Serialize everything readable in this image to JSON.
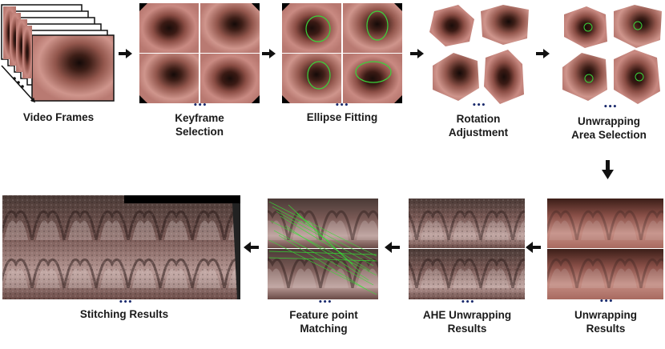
{
  "steps": {
    "video_frames": "Video Frames",
    "keyframe": "Keyframe\nSelection",
    "ellipse": "Ellipse Fitting",
    "rotation": "Rotation\nAdjustment",
    "unwrap_area": "Unwrapping\nArea Selection",
    "unwrap_results": "Unwrapping\nResults",
    "ahe": "AHE Unwrapping\nResults",
    "feature": "Feature point\nMatching",
    "stitching": "Stitching Results"
  },
  "ellipsis": "•••"
}
